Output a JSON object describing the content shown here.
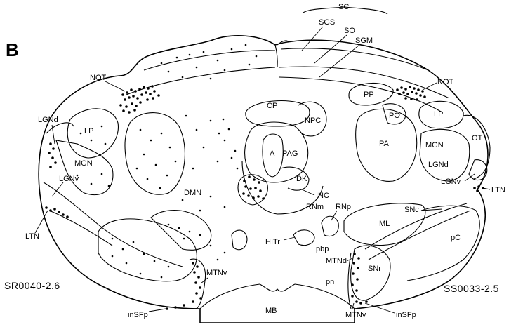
{
  "panel_letter": "B",
  "left_section_id": "SR0040-2.6",
  "right_section_id": "SS0033-2.5",
  "labels": {
    "sc": "SC",
    "sgs": "SGS",
    "so": "SO",
    "sgm": "SGM",
    "not_left": "NOT",
    "not_right": "NOT",
    "lgnd_left": "LGNd",
    "lgnd_right": "LGNd",
    "lp_left": "LP",
    "lp_right": "LP",
    "mgn_left": "MGN",
    "mgn_right": "MGN",
    "lgnv_left": "LGNv",
    "lgnv_right": "LGNv",
    "ltn_left": "LTN",
    "ltn_right": "LTN",
    "dmn": "DMN",
    "cp": "CP",
    "npc": "NPC",
    "a": "A",
    "pag": "PAG",
    "dk": "DK",
    "inc": "INC",
    "rnm": "RNm",
    "rnp": "RNp",
    "ml": "ML",
    "snc": "SNc",
    "snr": "SNr",
    "pc": "pC",
    "hitr": "HITr",
    "pbp": "pbp",
    "mtnd": "MTNd",
    "mtnv_left": "MTNv",
    "mtnv_right": "MTNv",
    "pn": "pn",
    "mb": "MB",
    "insfp_left": "inSFp",
    "insfp_right": "inSFp",
    "pp": "PP",
    "po": "PO",
    "pa": "PA",
    "ot": "OT"
  }
}
